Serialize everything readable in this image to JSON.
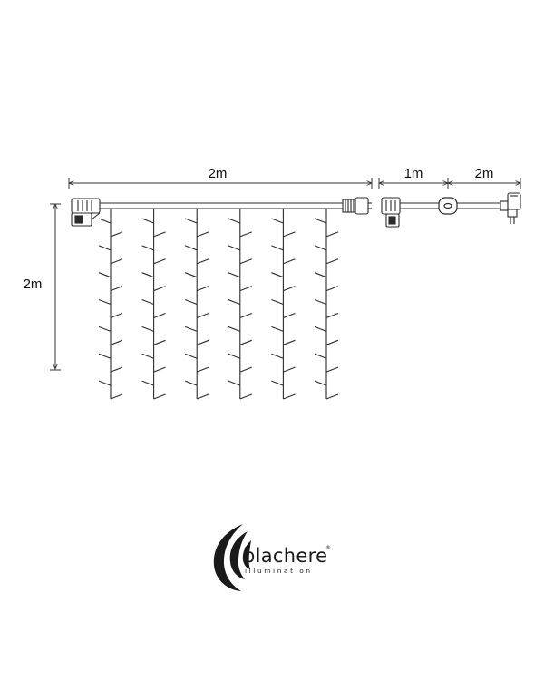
{
  "dimensions": {
    "curtain_width": "2m",
    "curtain_height": "2m",
    "lead_cable_length": "1m",
    "power_cable_length": "2m"
  },
  "diagram": {
    "strand_count": 6,
    "leds_per_strand": 14,
    "line_color": "#2b2b2b"
  },
  "brand": {
    "name": "blachere",
    "registered_mark": "®",
    "tagline": "illumination"
  }
}
